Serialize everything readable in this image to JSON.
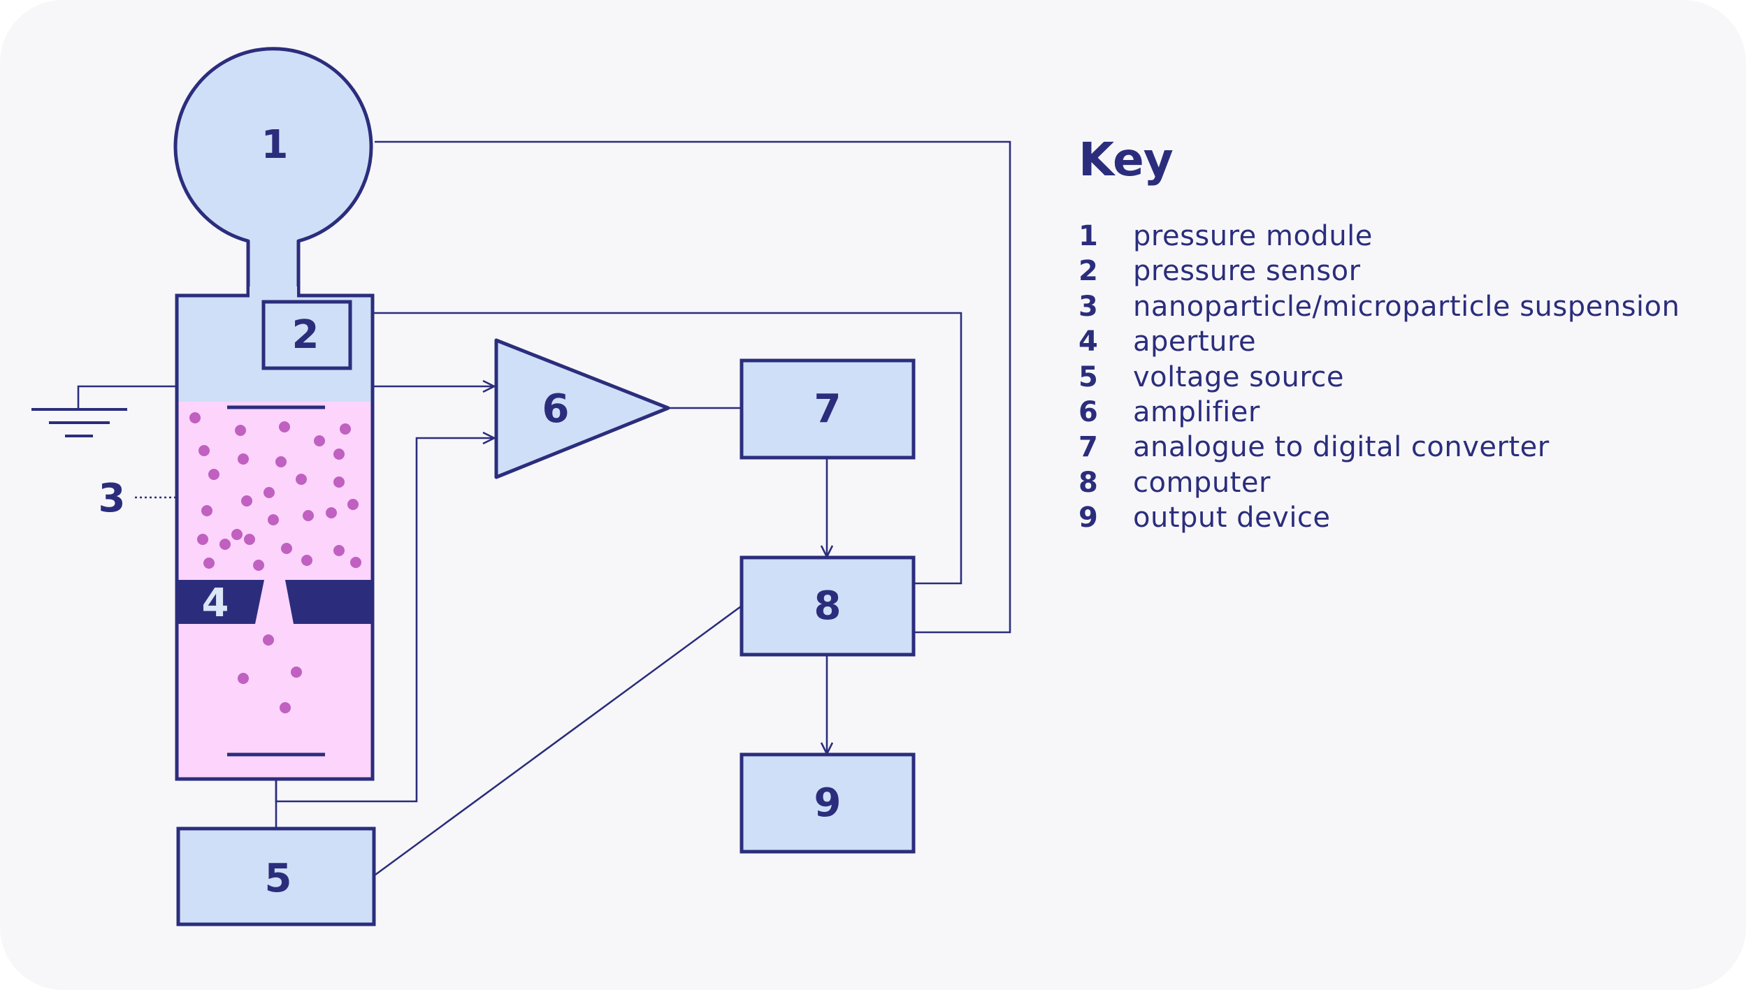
{
  "colors": {
    "background": "#f7f7fa",
    "navy": "#2b2d7c",
    "component_fill": "#cfdff7",
    "suspension_fill": "#fcd4fc",
    "particle": "#c060c0"
  },
  "labels": {
    "n1": "1",
    "n2": "2",
    "n3": "3",
    "n4": "4",
    "n5": "5",
    "n6": "6",
    "n7": "7",
    "n8": "8",
    "n9": "9"
  },
  "key": {
    "title": "Key",
    "items": [
      {
        "num": "1",
        "text": "pressure module"
      },
      {
        "num": "2",
        "text": "pressure sensor"
      },
      {
        "num": "3",
        "text": "nanoparticle/microparticle suspension"
      },
      {
        "num": "4",
        "text": "aperture"
      },
      {
        "num": "5",
        "text": "voltage source"
      },
      {
        "num": "6",
        "text": "amplifier"
      },
      {
        "num": "7",
        "text": "analogue to digital converter"
      },
      {
        "num": "8",
        "text": "computer"
      },
      {
        "num": "9",
        "text": "output device"
      }
    ]
  }
}
